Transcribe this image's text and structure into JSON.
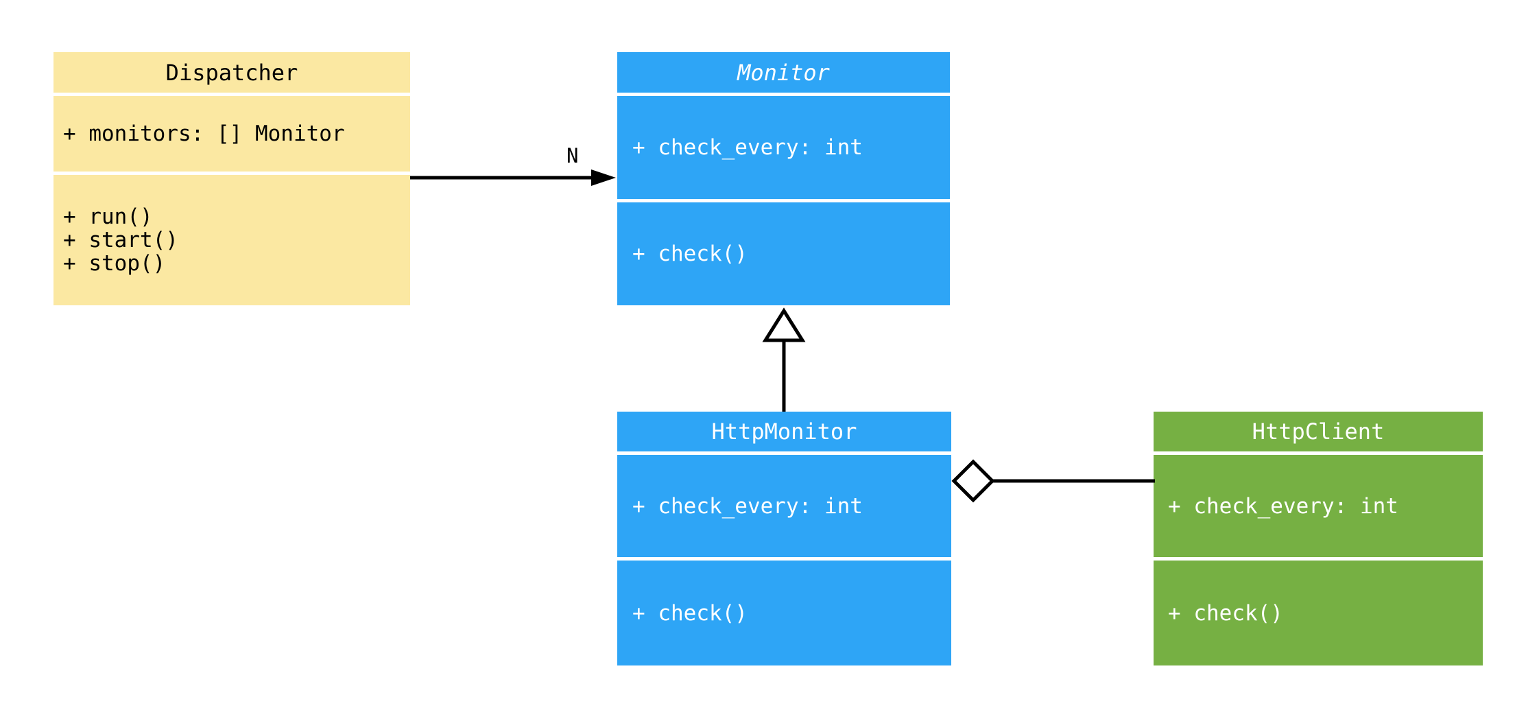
{
  "diagram": {
    "kind": "uml-class-diagram",
    "background": "#FFFFFF",
    "line_color": "#000000",
    "classes": {
      "dispatcher": {
        "name": "Dispatcher",
        "abstract": false,
        "attributes": [
          "+ monitors: [] Monitor"
        ],
        "methods": [
          "+ run()",
          "+ start()",
          "+ stop()"
        ],
        "fill_color": "#FBE8A2",
        "text_color": "#000000"
      },
      "monitor": {
        "name": "Monitor",
        "abstract": true,
        "attributes": [
          "+ check_every: int"
        ],
        "methods": [
          "+ check()"
        ],
        "fill_color": "#2EA5F6",
        "text_color": "#FFFFFF"
      },
      "http_monitor": {
        "name": "HttpMonitor",
        "abstract": false,
        "attributes": [
          "+ check_every: int"
        ],
        "methods": [
          "+ check()"
        ],
        "fill_color": "#2EA5F6",
        "text_color": "#FFFFFF"
      },
      "http_client": {
        "name": "HttpClient",
        "abstract": false,
        "attributes": [
          "+ check_every: int"
        ],
        "methods": [
          "+ check()"
        ],
        "fill_color": "#76B043",
        "text_color": "#FFFFFF"
      }
    },
    "relations": [
      {
        "from": "Dispatcher",
        "to": "Monitor",
        "type": "association",
        "label": "N"
      },
      {
        "from": "HttpMonitor",
        "to": "Monitor",
        "type": "inheritance",
        "label": ""
      },
      {
        "from": "HttpMonitor",
        "to": "HttpClient",
        "type": "aggregation",
        "label": ""
      }
    ]
  }
}
